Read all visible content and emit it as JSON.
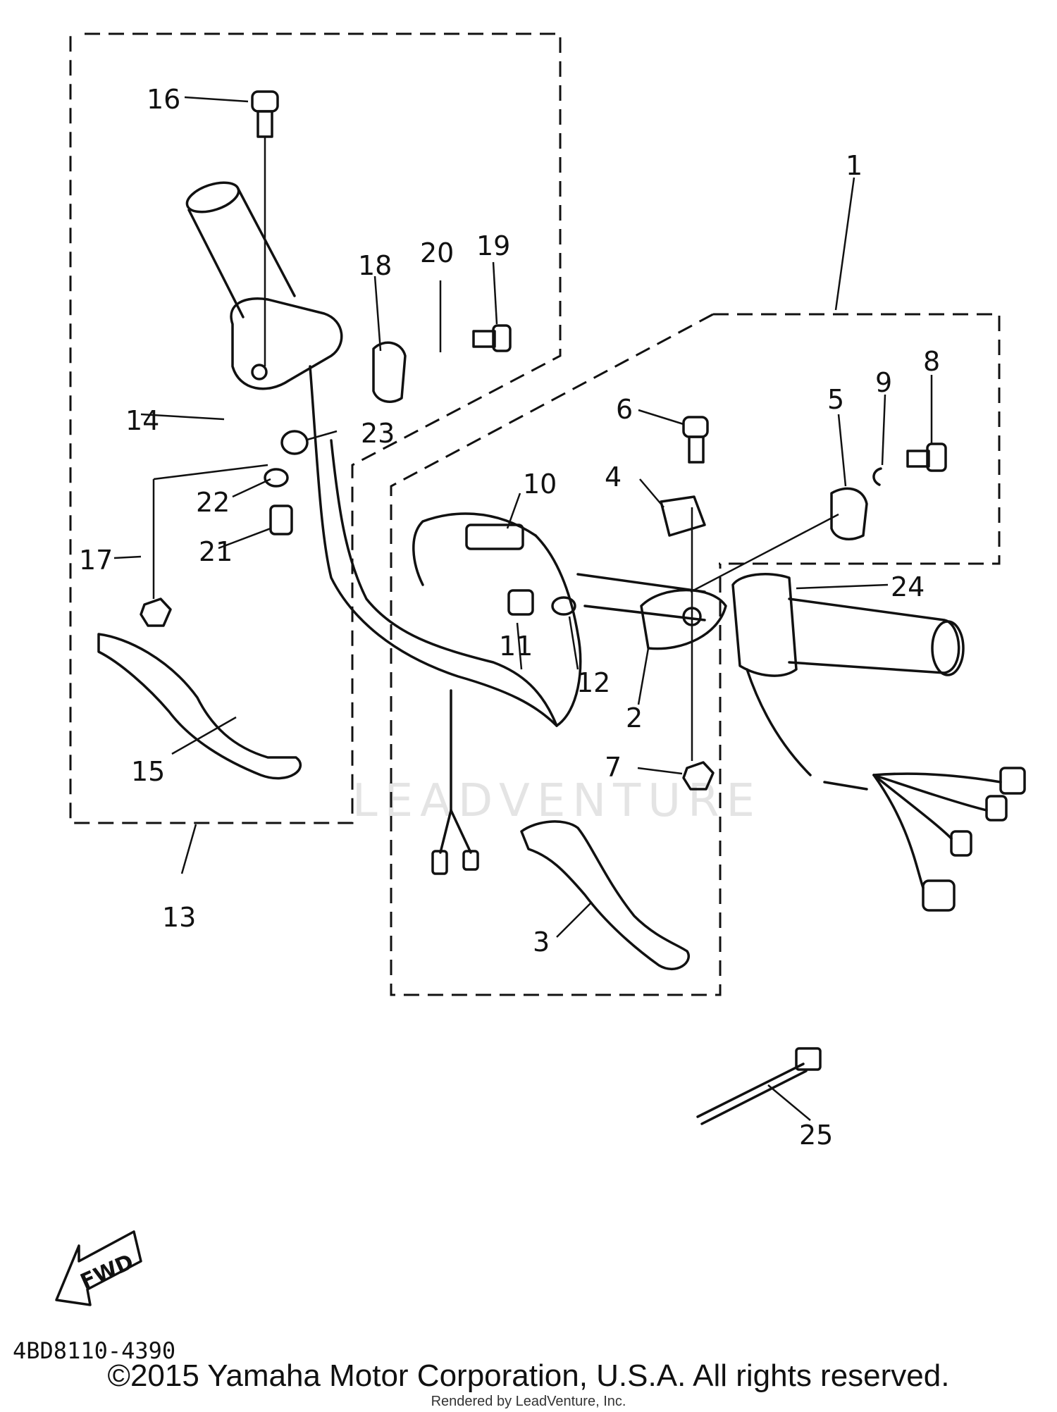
{
  "diagram": {
    "callouts": [
      "1",
      "2",
      "3",
      "4",
      "5",
      "6",
      "7",
      "8",
      "9",
      "9",
      "10",
      "11",
      "12",
      "13",
      "14",
      "15",
      "16",
      "17",
      "18",
      "19",
      "20",
      "21",
      "22",
      "23",
      "24",
      "25"
    ],
    "watermark": "LEADVENTURE",
    "fwd_label": "FWD",
    "diagram_code": "4BD8110-4390"
  },
  "footer": {
    "copyright": "©2015 Yamaha Motor Corporation, U.S.A. All rights reserved.",
    "rendered_by": "Rendered by LeadVenture, Inc."
  }
}
